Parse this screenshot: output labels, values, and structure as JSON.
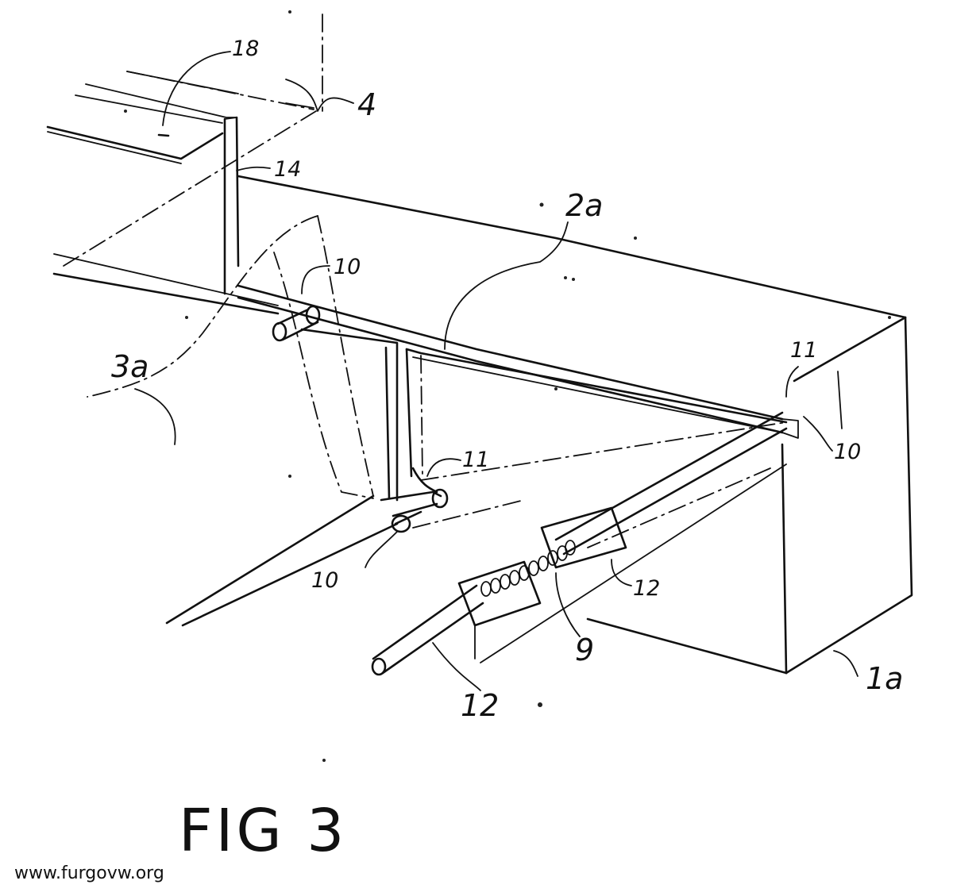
{
  "figure": {
    "caption": "FIG 3",
    "watermark": "www.furgovw.org",
    "labels": {
      "l18": "18",
      "l4": "4",
      "l14": "14",
      "l2a": "2a",
      "l10_top": "10",
      "l3a": "3a",
      "l11_right": "11",
      "l10_right": "10",
      "l11_mid": "11",
      "l10_bottom": "10",
      "l12_right": "12",
      "l9": "9",
      "l12_bottom": "12",
      "l1a": "1a"
    }
  }
}
